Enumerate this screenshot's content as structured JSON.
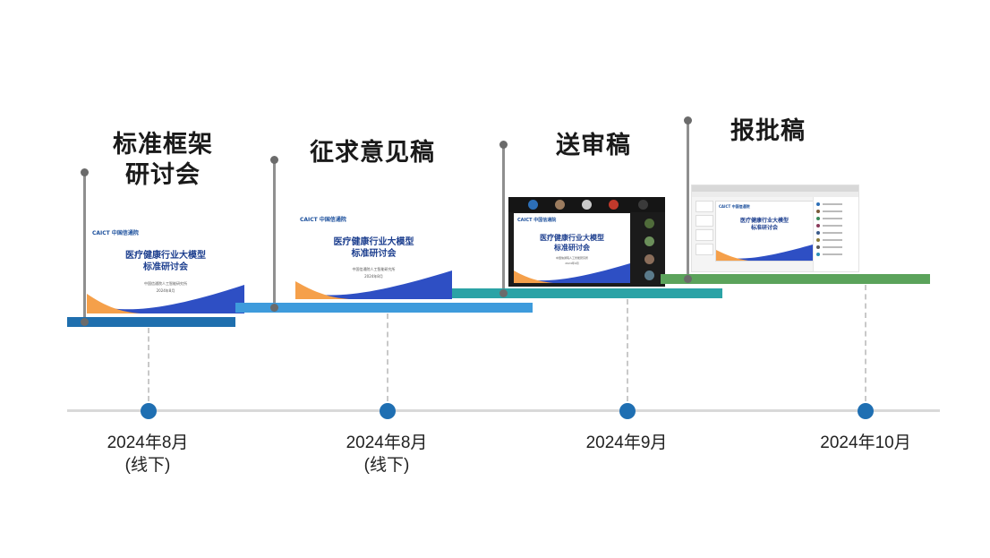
{
  "milestones": [
    {
      "title_lines": [
        "标准框架",
        "研讨会"
      ],
      "date": "2024年8月",
      "note": "(线下)",
      "color": "#1F6FAE",
      "slide": {
        "logo": "CAICT 中国信通院",
        "title_lines": [
          "医疗健康行业大模型",
          "标准研讨会"
        ],
        "org": "中国信通院人工智能研究所",
        "date": "2024年8月"
      }
    },
    {
      "title_lines": [
        "征求意见稿"
      ],
      "date": "2024年8月",
      "note": "(线下)",
      "color": "#3E9BDC",
      "slide": {
        "logo": "CAICT 中国信通院",
        "title_lines": [
          "医疗健康行业大模型",
          "标准研讨会"
        ],
        "org": "中国信通院人工智能研究所",
        "date": "2024年8月"
      }
    },
    {
      "title_lines": [
        "送审稿"
      ],
      "date": "2024年9月",
      "note": "",
      "color": "#2BA3A6",
      "slide": {
        "logo": "CAICT 中国信通院",
        "title_lines": [
          "医疗健康行业大模型",
          "标准研讨会"
        ],
        "org": "中国信通院人工智能研究所",
        "date": "2024年9月"
      }
    },
    {
      "title_lines": [
        "报批稿"
      ],
      "date": "2024年10月",
      "note": "",
      "color": "#5BA35B",
      "slide": {
        "logo": "CAICT 中国信通院",
        "title_lines": [
          "医疗健康行业大模型",
          "标准研讨会"
        ]
      }
    }
  ],
  "colors": {
    "timeline_line": "#D9D9D9",
    "timeline_dot": "#1F6FB2",
    "pole": "#8F8F8F",
    "title_text": "#1A1A1A",
    "wave_orange": "#F5A04A",
    "wave_blue": "#2E4FC4"
  }
}
